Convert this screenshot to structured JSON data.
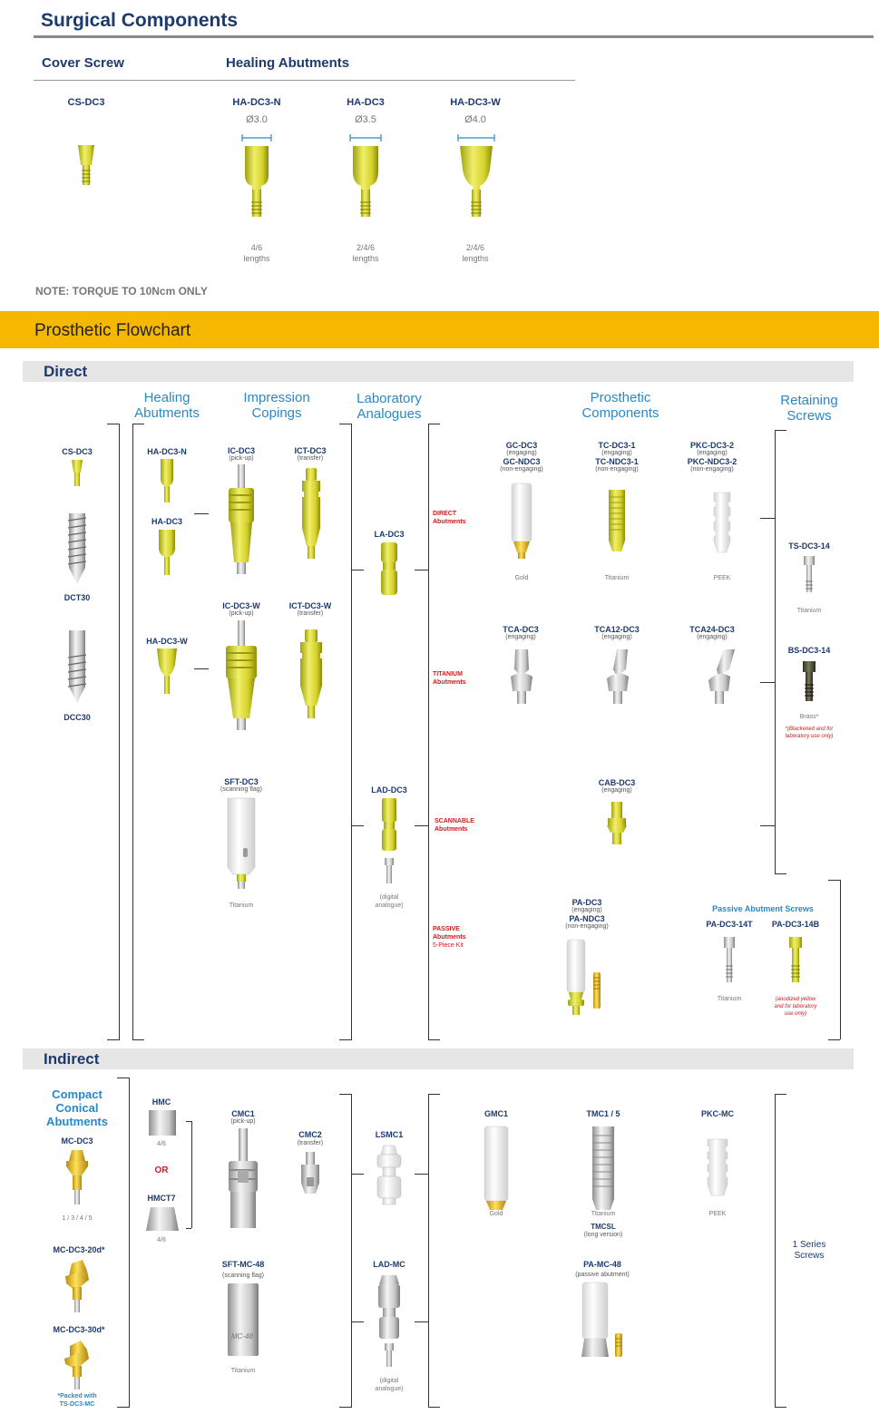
{
  "surgical": {
    "title": "Surgical Components",
    "cover_head": "Cover Screw",
    "healing_head": "Healing Abutments",
    "cover": {
      "code": "CS-DC3"
    },
    "healing": [
      {
        "code": "HA-DC3-N",
        "dia": "Ø3.0",
        "len1": "4/6",
        "len2": "lengths"
      },
      {
        "code": "HA-DC3",
        "dia": "Ø3.5",
        "len1": "2/4/6",
        "len2": "lengths"
      },
      {
        "code": "HA-DC3-W",
        "dia": "Ø4.0",
        "len1": "2/4/6",
        "len2": "lengths"
      }
    ],
    "note": "NOTE: TORQUE TO 10Ncm ONLY"
  },
  "flow": {
    "title": "Prosthetic Flowchart"
  },
  "direct": {
    "title": "Direct",
    "heads": {
      "healing": [
        "Healing",
        "Abutments"
      ],
      "impression": [
        "Impression",
        "Copings"
      ],
      "lab": [
        "Laboratory",
        "Analogues"
      ],
      "prosthetic": [
        "Prosthetic",
        "Components"
      ],
      "retaining": [
        "Retaining",
        "Screws"
      ]
    },
    "implants": {
      "cs": "CS-DC3",
      "dct": "DCT30",
      "dcc": "DCC30"
    },
    "healing": {
      "n": "HA-DC3-N",
      "s": "HA-DC3",
      "w": "HA-DC3-W"
    },
    "ic": {
      "code": "IC-DC3",
      "sub": "(pick-up)"
    },
    "ict": {
      "code": "ICT-DC3",
      "sub": "(transfer)"
    },
    "icw": {
      "code": "IC-DC3-W",
      "sub": "(pick-up)"
    },
    "ictw": {
      "code": "ICT-DC3-W",
      "sub": "(transfer)"
    },
    "sft": {
      "code": "SFT-DC3",
      "sub": "(scanning flag)",
      "mat": "Titanium"
    },
    "la": {
      "code": "LA-DC3"
    },
    "lad": {
      "code": "LAD-DC3",
      "sub1": "(digital",
      "sub2": "analogue)"
    },
    "cats": {
      "direct": [
        "DIRECT",
        "Abutments"
      ],
      "titanium": [
        "TITANIUM",
        "Abutments"
      ],
      "scan": [
        "SCANNABLE",
        "Abutments"
      ],
      "passive": [
        "PASSIVE",
        "Abutments",
        "5-Piece Kit"
      ]
    },
    "gc": {
      "c1": "GC-DC3",
      "s1": "(engaging)",
      "c2": "GC-NDC3",
      "s2": "(non-engaging)",
      "mat": "Gold"
    },
    "tc": {
      "c1": "TC-DC3-1",
      "s1": "(engaging)",
      "c2": "TC-NDC3-1",
      "s2": "(non-engaging)",
      "mat": "Titanium"
    },
    "pkc": {
      "c1": "PKC-DC3-2",
      "s1": "(engaging)",
      "c2": "PKC-NDC3-2",
      "s2": "(non-engaging)",
      "mat": "PEEK"
    },
    "tca": {
      "code": "TCA-DC3",
      "sub": "(engaging)"
    },
    "tca12": {
      "code": "TCA12-DC3",
      "sub": "(engaging)"
    },
    "tca24": {
      "code": "TCA24-DC3",
      "sub": "(engaging)"
    },
    "cab": {
      "code": "CAB-DC3",
      "sub": "(engaging)"
    },
    "pa": {
      "c1": "PA-DC3",
      "s1": "(engaging)",
      "c2": "PA-NDC3",
      "s2": "(non-engaging)"
    },
    "ts": {
      "code": "TS-DC3-14",
      "mat": "Titanium"
    },
    "bs": {
      "code": "BS-DC3-14",
      "mat": "Brass*",
      "n1": "*(Blackened and for",
      "n2": "laboratory use only)"
    },
    "pas": {
      "title": "Passive Abutment Screws",
      "c1": "PA-DC3-14T",
      "c2": "PA-DC3-14B",
      "m1": "Titanium",
      "n1": "(anodized yellow",
      "n2": "and for laboratory",
      "n3": "use only)"
    }
  },
  "indirect": {
    "title": "Indirect",
    "mc_head": [
      "Compact",
      "Conical",
      "Abutments"
    ],
    "mc": {
      "code": "MC-DC3",
      "sub": "1 / 3 / 4 / 5"
    },
    "mc20": {
      "code": "MC-DC3-20d*"
    },
    "mc30": {
      "code": "MC-DC3-30d*"
    },
    "packed": [
      "*Packed with",
      "TS-DC3-MC"
    ],
    "hmc": {
      "code": "HMC",
      "sub": "4/6"
    },
    "or": "OR",
    "hmct": {
      "code": "HMCT7",
      "sub": "4/6"
    },
    "cmc1": {
      "code": "CMC1",
      "sub": "(pick-up)"
    },
    "cmc2": {
      "code": "CMC2",
      "sub": "(transfer)"
    },
    "sftmc": {
      "code": "SFT-MC-48",
      "sub": "(scanning flag)",
      "mat": "Titanium",
      "etch": "MC-48"
    },
    "lsmc": {
      "code": "LSMC1"
    },
    "ladmc": {
      "code": "LAD-MC",
      "sub1": "(digital",
      "sub2": "analogue)"
    },
    "gmc": {
      "code": "GMC1",
      "mat": "Gold"
    },
    "tmc": {
      "code": "TMC1 / 5",
      "mat": "Titanium",
      "c2": "TMCSL",
      "s2": "(long version)"
    },
    "pkcmc": {
      "code": "PKC-MC",
      "mat": "PEEK"
    },
    "pamc": {
      "code": "PA-MC-48",
      "sub": "(passive abutment)"
    },
    "screws": [
      "1 Series",
      "Screws"
    ]
  },
  "colors": {
    "navy": "#1d3a6e",
    "accent": "#f5b700",
    "lightblue": "#2a88c8",
    "red": "#d41a1a"
  }
}
